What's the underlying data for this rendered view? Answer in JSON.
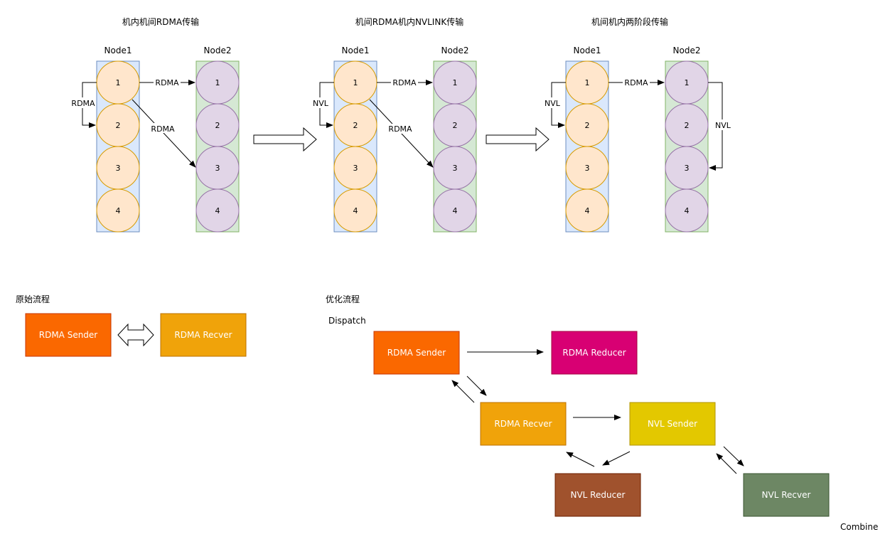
{
  "top_section": {
    "panels": [
      {
        "title": "机内机间RDMA传输",
        "node1_label": "Node1",
        "node2_label": "Node2",
        "circles": [
          "1",
          "2",
          "3",
          "4"
        ],
        "links": [
          "RDMA",
          "RDMA",
          "RDMA"
        ]
      },
      {
        "title": "机间RDMA机内NVLINK传输",
        "node1_label": "Node1",
        "node2_label": "Node2",
        "circles": [
          "1",
          "2",
          "3",
          "4"
        ],
        "links": [
          "NVL",
          "RDMA",
          "RDMA"
        ]
      },
      {
        "title": "机间机内两阶段传输",
        "node1_label": "Node1",
        "node2_label": "Node2",
        "circles": [
          "1",
          "2",
          "3",
          "4"
        ],
        "links": [
          "NVL",
          "RDMA",
          "NVL"
        ]
      }
    ]
  },
  "original_flow": {
    "title": "原始流程",
    "sender": "RDMA Sender",
    "receiver": "RDMA Recver"
  },
  "optimized_flow": {
    "title": "优化流程",
    "dispatch_label": "Dispatch",
    "combine_label": "Combine",
    "boxes": {
      "rdma_sender": "RDMA Sender",
      "rdma_reducer": "RDMA Reducer",
      "rdma_recver": "RDMA Recver",
      "nvl_sender": "NVL Sender",
      "nvl_reducer": "NVL Reducer",
      "nvl_recver": "NVL Recver"
    }
  },
  "colors": {
    "node1_fill": "#dae8fc",
    "node1_stroke": "#6c8ebf",
    "node2_fill": "#d5e8d4",
    "node2_stroke": "#82b366",
    "circle1_fill": "#ffe6cc",
    "circle1_stroke": "#d79b00",
    "circle2_fill": "#e1d5e7",
    "circle2_stroke": "#9673a6",
    "rdma_sender": "#fa6800",
    "rdma_recver": "#f0a30a",
    "rdma_reducer": "#d80073",
    "nvl_sender": "#e3c800",
    "nvl_reducer": "#a0522d",
    "nvl_recver": "#6d8764"
  }
}
